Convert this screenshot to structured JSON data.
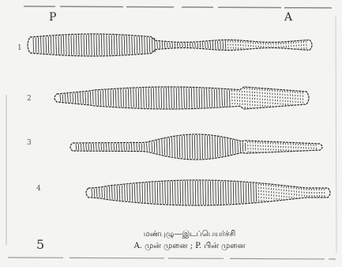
{
  "labels": {
    "posterior": "P",
    "anterior": "A"
  },
  "stage_numbers": [
    "1",
    "2",
    "3",
    "4"
  ],
  "figure_number": "5",
  "caption": {
    "title": "மண்புழு—இடப்பெயர்ச்சி",
    "legend": "A. முன் முனை ; P. பின் முனை"
  },
  "colors": {
    "ink": "#2a2a2a",
    "paper": "#f4f4f2"
  }
}
